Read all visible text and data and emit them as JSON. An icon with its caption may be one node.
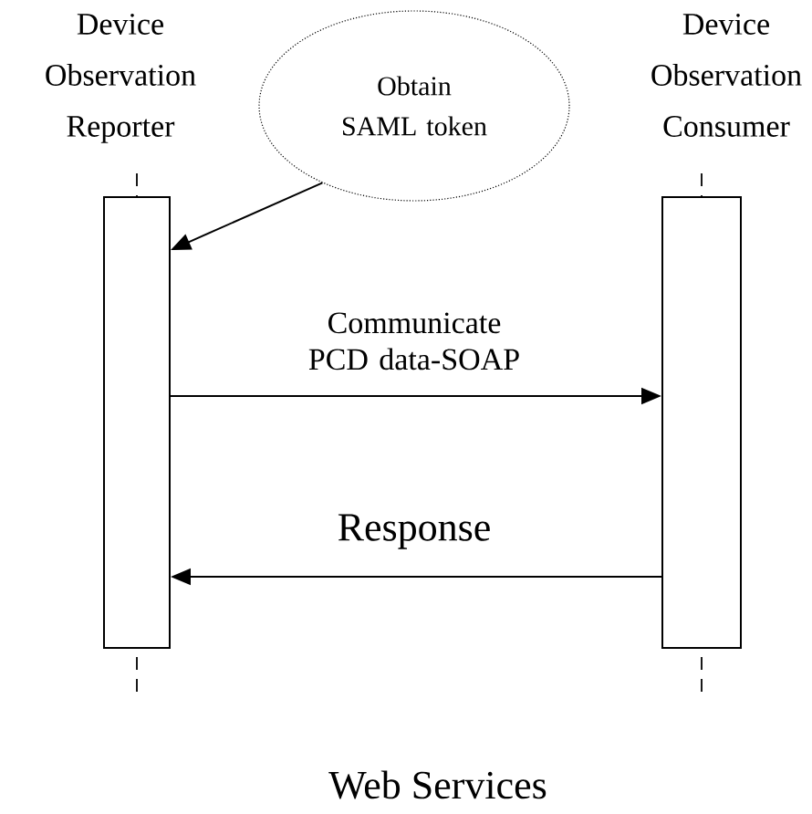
{
  "diagram": {
    "caption": "Web Services",
    "nodes": [
      {
        "text": [
          "Device Observation Reporter"
        ]
      },
      {
        "text": [
          "Device Observation Consumer"
        ]
      },
      {
        "text": [
          "Obtain SAML token"
        ]
      }
    ],
    "edges": [
      {
        "from": 2,
        "to": 0,
        "arrow": "to"
      },
      {
        "from": 0,
        "to": 1,
        "arrow": "to",
        "label": "Communicate PCD data-SOAP"
      },
      {
        "from": 1,
        "to": 0,
        "arrow": "to",
        "label": "Response"
      }
    ]
  }
}
